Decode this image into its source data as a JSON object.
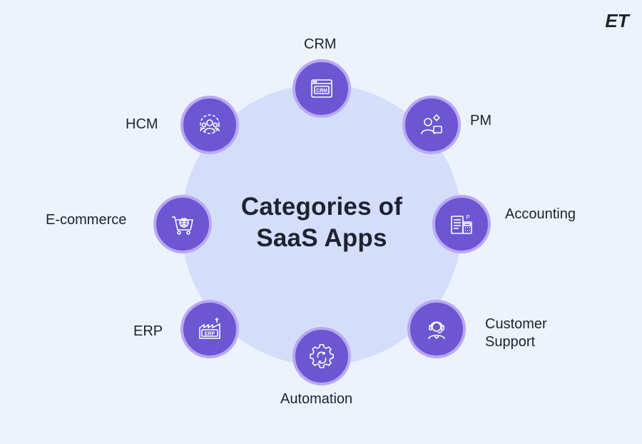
{
  "brand": {
    "logo_text": "ET"
  },
  "title": {
    "line1": "Categories of",
    "line2": "SaaS Apps"
  },
  "colors": {
    "background": "#edf3fd",
    "circle": "#d4defb",
    "node_fill": "#6c56d2",
    "node_ring": "#b9a8f3",
    "text": "#1e2230"
  },
  "categories": [
    {
      "label": "CRM",
      "icon": "crm-window-icon",
      "icon_text": "CRM"
    },
    {
      "label": "PM",
      "icon": "project-manager-icon"
    },
    {
      "label": "Accounting",
      "icon": "accounting-ledger-icon",
      "icon_text": "P"
    },
    {
      "label_line1": "Customer",
      "label_line2": "Support",
      "icon": "support-headset-icon"
    },
    {
      "label": "Automation",
      "icon": "automation-gear-icon"
    },
    {
      "label": "ERP",
      "icon": "erp-factory-icon",
      "icon_text": "ERP"
    },
    {
      "label": "E-commerce",
      "icon": "ecommerce-cart-icon"
    },
    {
      "label": "HCM",
      "icon": "hcm-people-icon"
    }
  ]
}
